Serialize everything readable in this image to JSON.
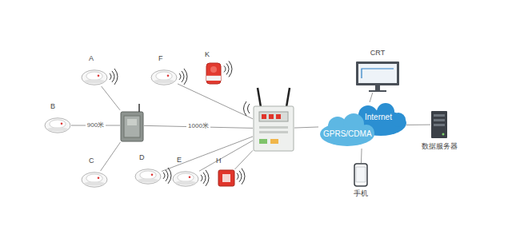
{
  "diagram": {
    "nodes": [
      {
        "text": [
          "A"
        ]
      },
      {
        "text": [
          "F"
        ]
      },
      {
        "text": [
          "K"
        ]
      },
      {
        "text": [
          "B"
        ]
      },
      {
        "text": []
      },
      {
        "text": []
      },
      {
        "text": [
          "C"
        ]
      },
      {
        "text": [
          "D"
        ]
      },
      {
        "text": [
          "E"
        ]
      },
      {
        "text": [
          "H"
        ]
      },
      {
        "text": [
          "GPRS/CDMA",
          "Internet"
        ]
      },
      {
        "text": [
          "CRT"
        ]
      },
      {
        "text": [
          "手机"
        ]
      },
      {
        "text": [
          "数据服务器"
        ]
      }
    ],
    "edges": [
      {
        "from": 0,
        "to": 4,
        "arrow": "none"
      },
      {
        "from": 3,
        "to": 4,
        "label": "900米",
        "arrow": "none"
      },
      {
        "from": 6,
        "to": 4,
        "arrow": "none"
      },
      {
        "from": 4,
        "to": 5,
        "label": "1000米",
        "arrow": "none"
      },
      {
        "from": 1,
        "to": 5,
        "arrow": "none"
      },
      {
        "from": 7,
        "to": 5,
        "arrow": "none"
      },
      {
        "from": 8,
        "to": 5,
        "arrow": "none"
      },
      {
        "from": 9,
        "to": 5,
        "arrow": "none"
      },
      {
        "from": 5,
        "to": 10,
        "arrow": "none"
      },
      {
        "from": 10,
        "to": 11,
        "arrow": "none"
      },
      {
        "from": 10,
        "to": 12,
        "arrow": "none"
      },
      {
        "from": 10,
        "to": 13,
        "arrow": "none"
      }
    ]
  }
}
